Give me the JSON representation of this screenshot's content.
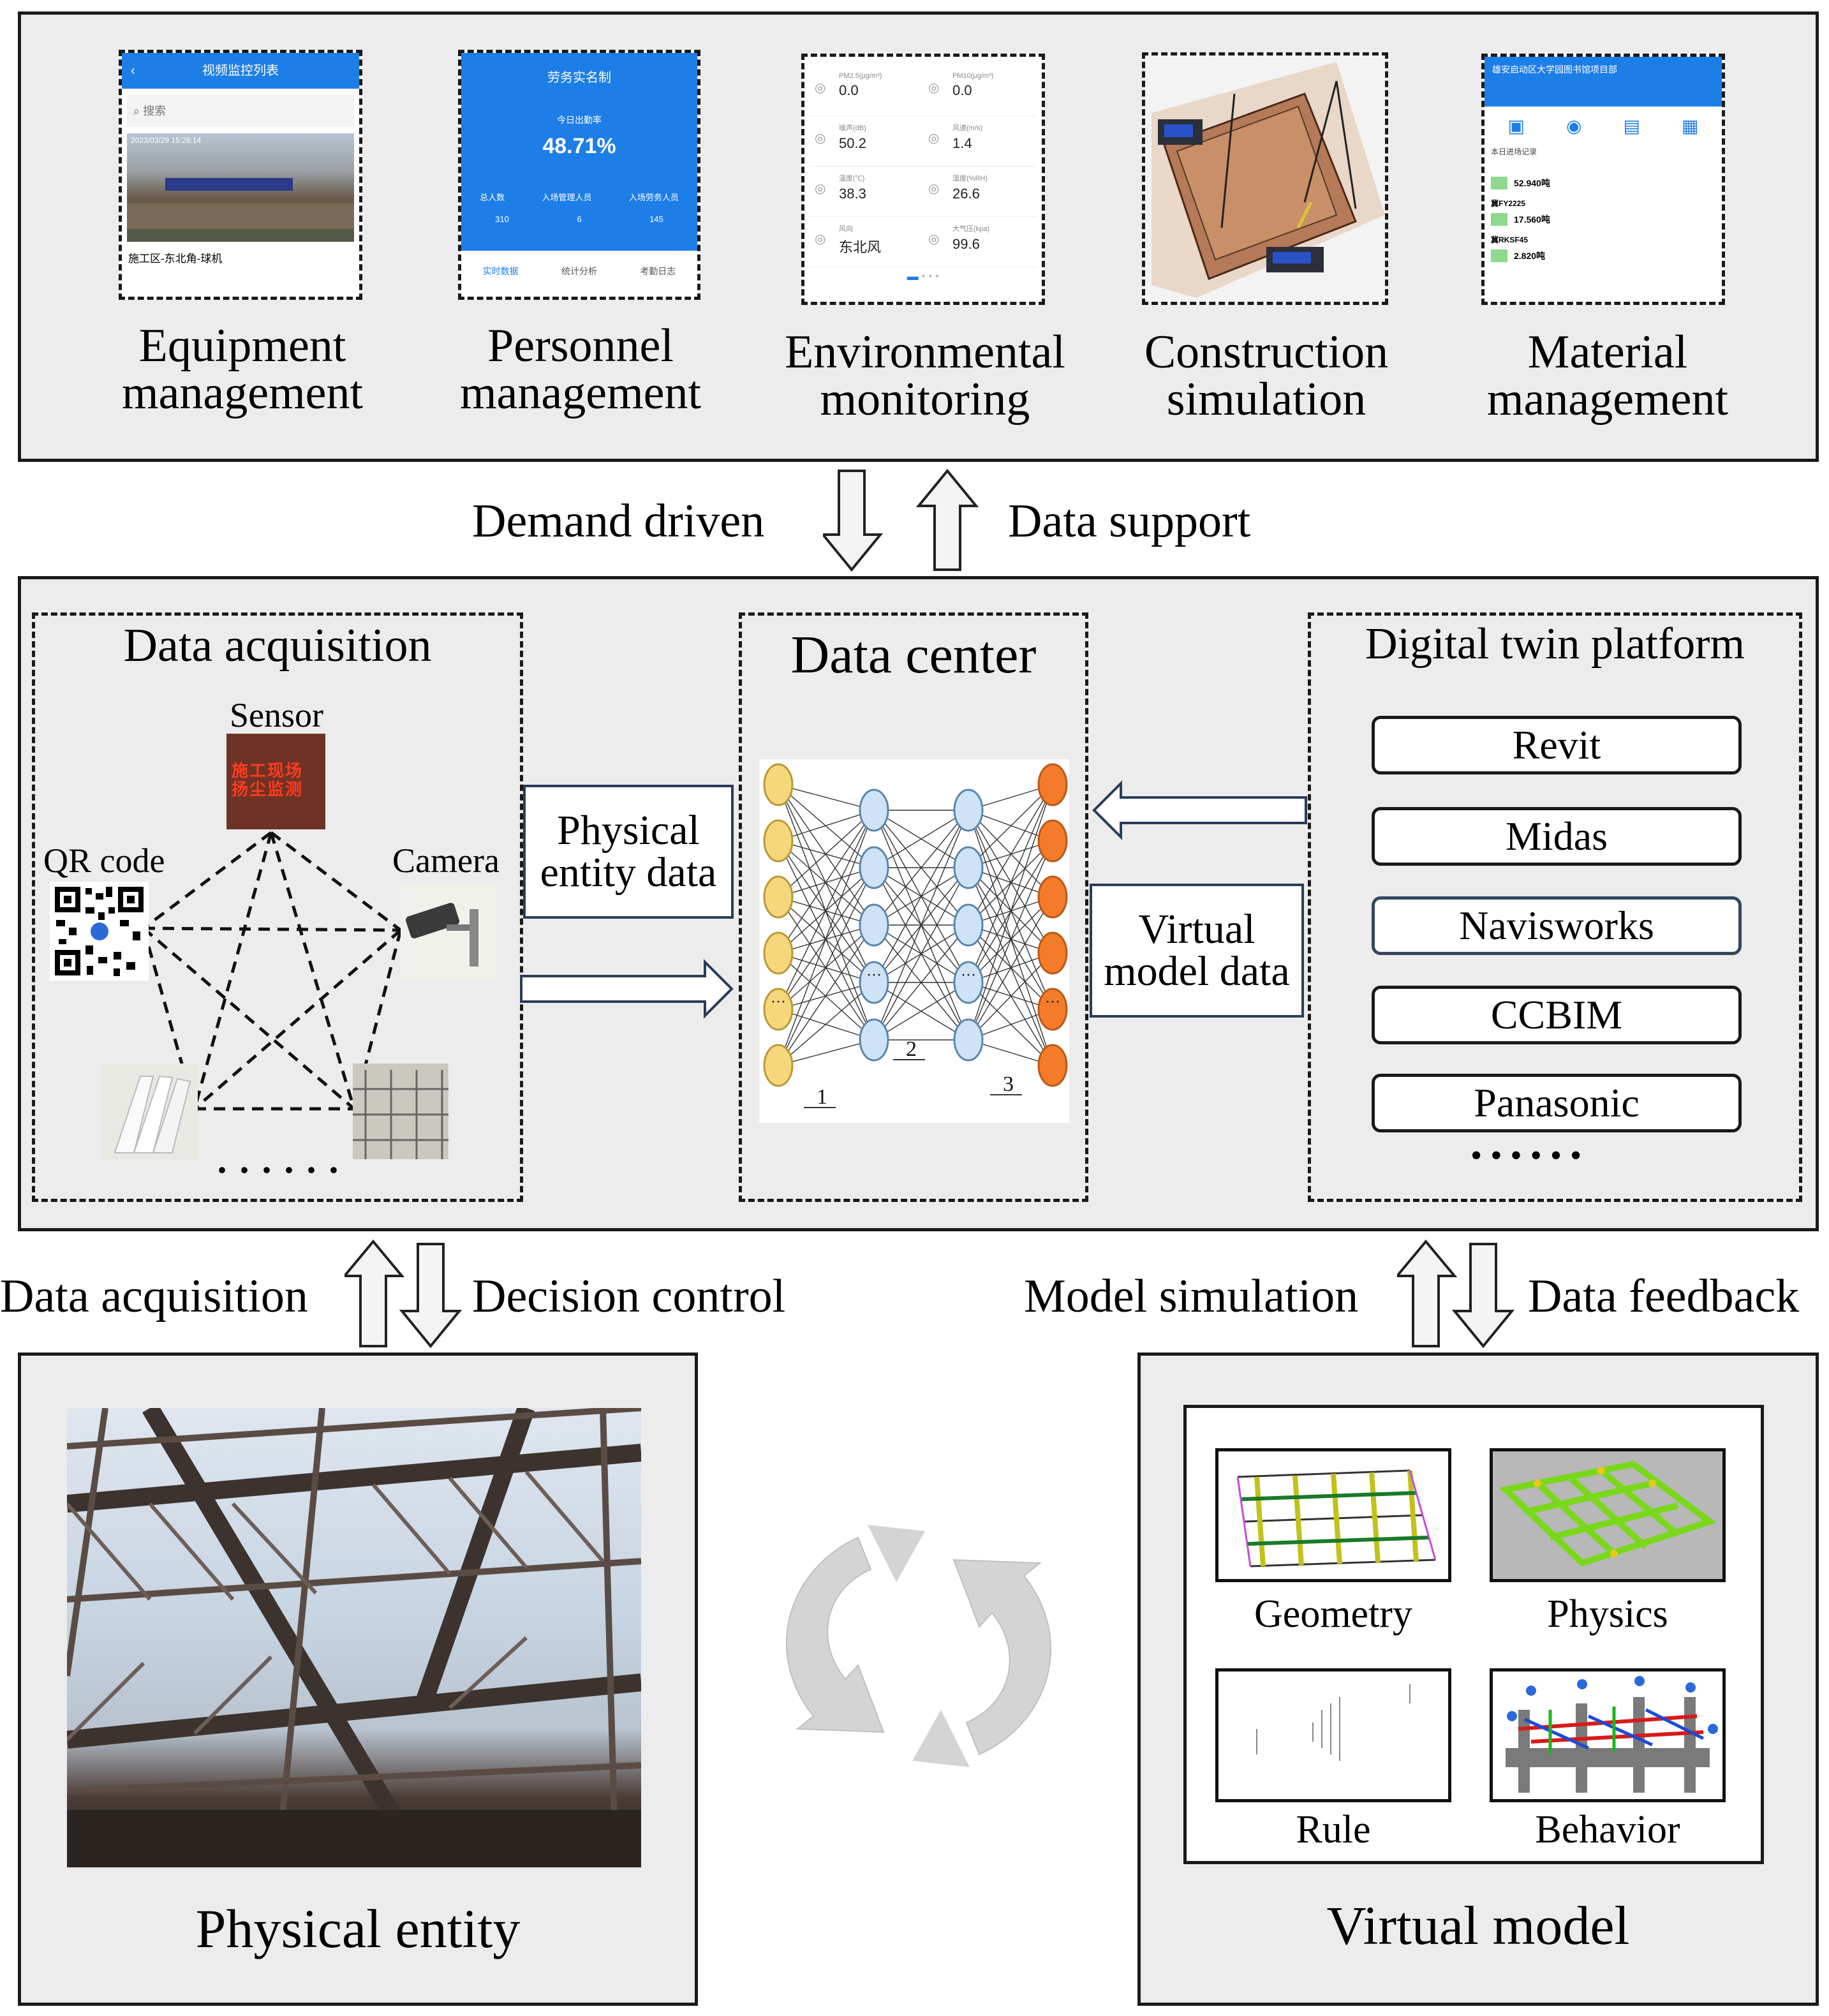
{
  "top_panel": {
    "modules": [
      {
        "label": "Equipment management",
        "line1": "Equipment",
        "line2": "management",
        "screen": {
          "title": "视频监控列表",
          "search": "搜索",
          "caption": "施工区-东北角-球机",
          "meta": "2023/03/29  15:28:14"
        }
      },
      {
        "label": "Personnel management",
        "line1": "Personnel",
        "line2": "management",
        "screen": {
          "title": "劳务实名制",
          "rate_label": "今日出勤率",
          "rate": "48.71%",
          "cols": [
            "总人数",
            "入场管理人员",
            "入场劳务人员"
          ],
          "vals": [
            "310",
            "6",
            "145"
          ],
          "tabs": [
            "实时数据",
            "统计分析",
            "考勤日志"
          ]
        }
      },
      {
        "label": "Environmental monitoring",
        "line1": "Environmental",
        "line2": "monitoring",
        "screen": {
          "rows": [
            [
              {
                "k": "PM2.5(μg/m³)",
                "v": "0.0"
              },
              {
                "k": "PM10(μg/m³)",
                "v": "0.0"
              }
            ],
            [
              {
                "k": "噪声(dB)",
                "v": "50.2"
              },
              {
                "k": "风速(m/s)",
                "v": "1.4"
              }
            ],
            [
              {
                "k": "温度(℃)",
                "v": "38.3"
              },
              {
                "k": "湿度(%RH)",
                "v": "26.6"
              }
            ],
            [
              {
                "k": "风向",
                "v": "东北风"
              },
              {
                "k": "大气压(kpa)",
                "v": "99.6"
              }
            ]
          ]
        }
      },
      {
        "label": "Construction simulation",
        "line1": "Construction",
        "line2": "simulation"
      },
      {
        "label": "Material management",
        "line1": "Material",
        "line2": "management",
        "screen": {
          "title": "雄安启动区大学园图书馆项目部",
          "section": "本日进场记录",
          "records": [
            {
              "id": "",
              "value": "52.940吨"
            },
            {
              "id": "冀FY2225",
              "value": "17.560吨"
            },
            {
              "id": "冀RKSF45",
              "value": "2.820吨"
            }
          ]
        }
      }
    ]
  },
  "arrows_top": {
    "left_label": "Demand driven",
    "right_label": "Data support"
  },
  "middle_panel": {
    "acquisition": {
      "title": "Data acquisition",
      "sensor": "Sensor",
      "qr": "QR code",
      "camera": "Camera",
      "sensor_board": "施工现场 扬尘监测",
      "ellipsis": "· · · · · ·"
    },
    "physical_entity_data": {
      "line1": "Physical",
      "line2": "entity data"
    },
    "data_center": {
      "title": "Data center",
      "layer_labels": [
        "1",
        "2",
        "3"
      ],
      "dots": "···"
    },
    "virtual_model_data": {
      "line1": "Virtual",
      "line2": "model data"
    },
    "platform": {
      "title": "Digital twin platform",
      "tools": [
        "Revit",
        "Midas",
        "Navisworks",
        "CCBIM",
        "Panasonic"
      ],
      "ellipsis": "• • • • • •"
    }
  },
  "arrows_bottom": {
    "acq_label": "Data acquisition",
    "decision_label": "Decision control",
    "sim_label": "Model simulation",
    "feedback_label": "Data feedback"
  },
  "physical_entity": {
    "label": "Physical entity"
  },
  "virtual_model": {
    "label": "Virtual model",
    "items": [
      "Geometry",
      "Physics",
      "Rule",
      "Behavior"
    ]
  },
  "colors": {
    "panel_bg": "#ececec",
    "input_node": "#f6d77a",
    "hidden_node": "#cfe3f6",
    "output_node": "#f47b2a",
    "callout_border": "#2a3d5a",
    "app_blue": "#1e7ee8"
  }
}
